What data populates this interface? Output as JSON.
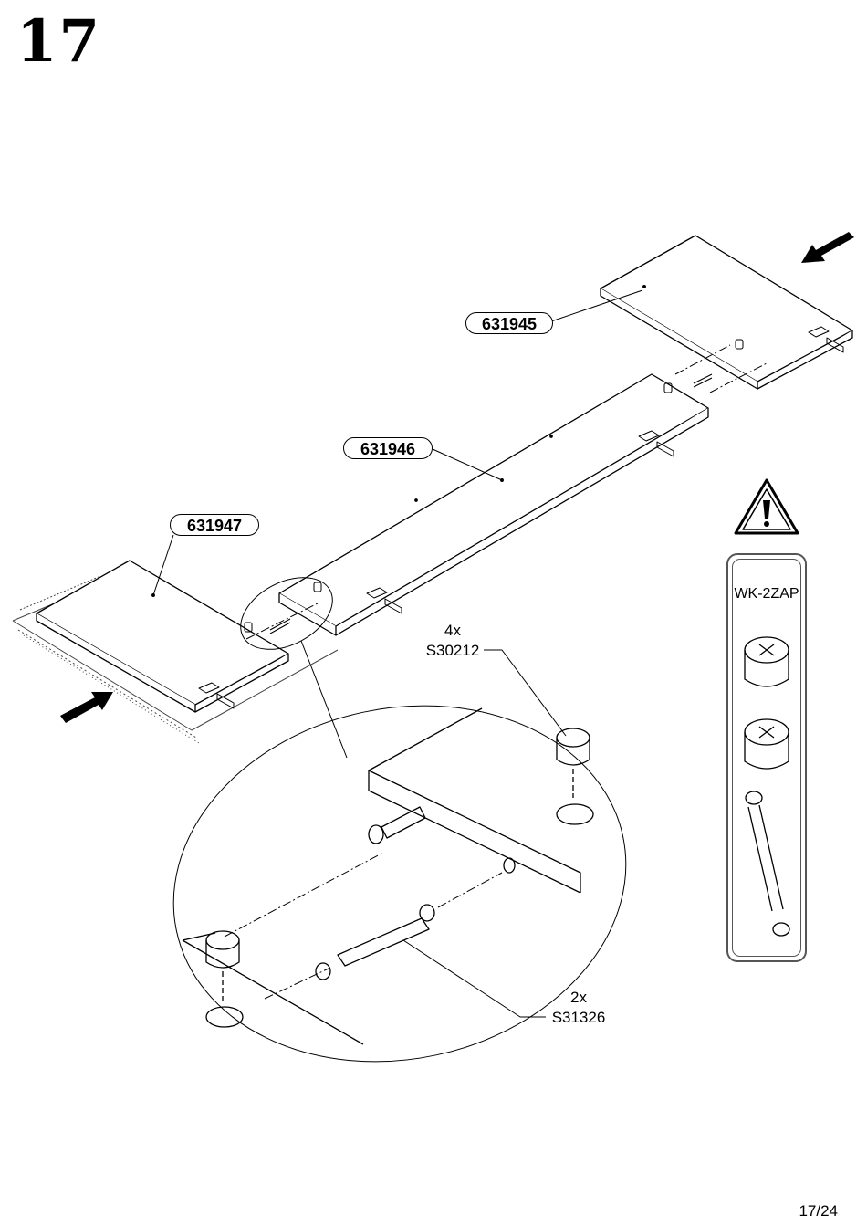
{
  "step": {
    "number": "17"
  },
  "page": {
    "indicator": "17/24"
  },
  "parts": [
    {
      "id": "631945",
      "label": "631945"
    },
    {
      "id": "631946",
      "label": "631946"
    },
    {
      "id": "631947",
      "label": "631947"
    }
  ],
  "hardware": [
    {
      "qty": "4x",
      "code": "S30212"
    },
    {
      "qty": "2x",
      "code": "S31326"
    }
  ],
  "kit": {
    "label": "WK-2ZAP"
  }
}
